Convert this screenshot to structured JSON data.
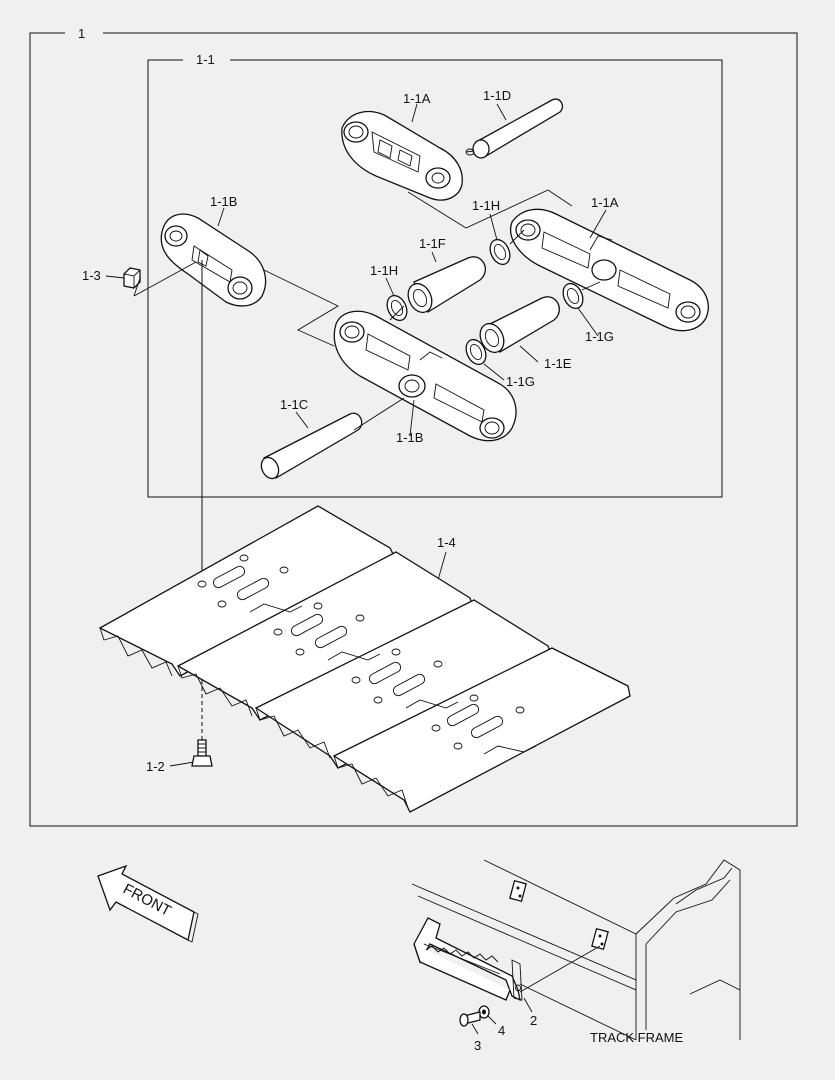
{
  "labels": {
    "assembly": "1",
    "link_assembly": "1-1",
    "link_a_top": "1-1A",
    "pin_d": "1-1D",
    "link_a_right": "1-1A",
    "link_b_left": "1-1B",
    "seal_h_top": "1-1H",
    "bushing_f": "1-1F",
    "nut": "1-3",
    "seal_h_left": "1-1H",
    "seal_g_right": "1-1G",
    "bushing_e": "1-1E",
    "seal_g_mid": "1-1G",
    "pin_c": "1-1C",
    "link_b_bottom": "1-1B",
    "shoe": "1-4",
    "bolt": "1-2",
    "step": "2",
    "washer": "4",
    "screw": "3",
    "track_frame": "TRACK FRAME",
    "front": "FRONT"
  }
}
